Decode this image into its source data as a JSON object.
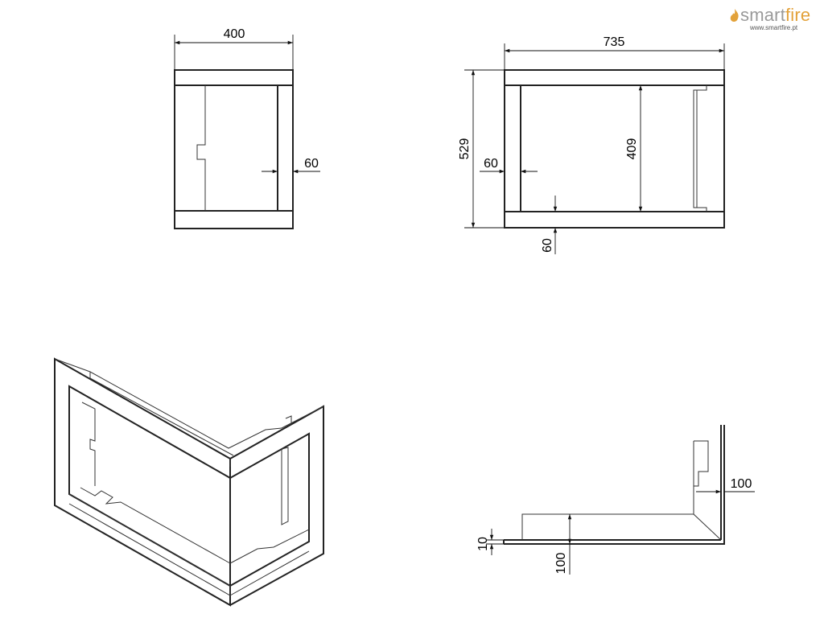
{
  "brand": {
    "name_part1": "smart",
    "name_part2": "fire",
    "url": "www.smartfire.pt",
    "accent_color": "#e3a23a",
    "text_color": "#9a9a9a",
    "icon": "flame-icon"
  },
  "dimensions": {
    "front_width": "400",
    "front_side_frame": "60",
    "side_width": "735",
    "side_height": "529",
    "side_inner_height": "409",
    "side_left_frame": "60",
    "side_bottom_frame": "60",
    "section_right": "100",
    "section_base": "100",
    "section_thickness": "10"
  }
}
